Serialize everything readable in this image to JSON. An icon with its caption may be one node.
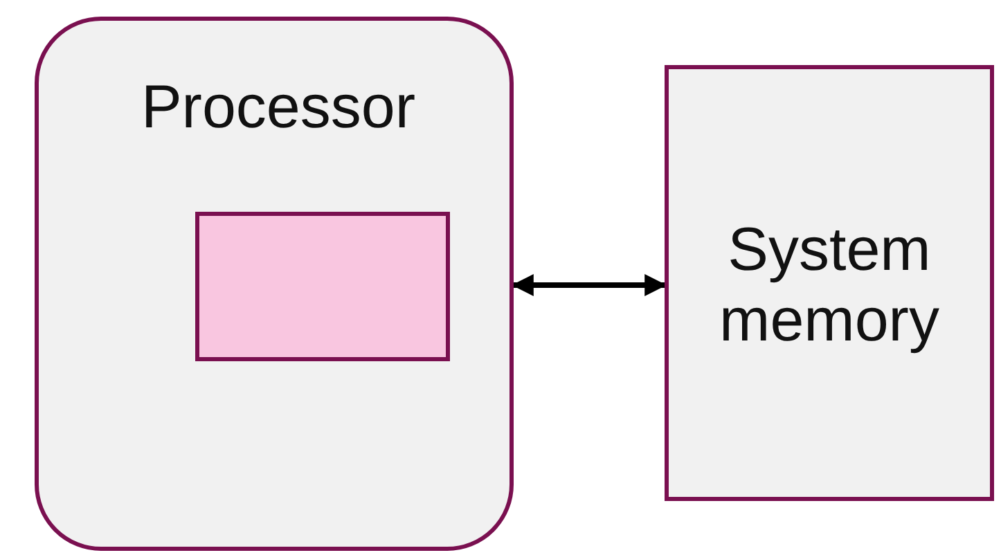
{
  "diagram": {
    "nodes": [
      {
        "text": [
          "Processor"
        ]
      },
      {
        "text": [],
        "shape": "box",
        "in": 0
      },
      {
        "text": [
          "System memory"
        ]
      }
    ],
    "edges": [
      {
        "from": 0,
        "to": 2,
        "arrow": "both"
      }
    ]
  }
}
